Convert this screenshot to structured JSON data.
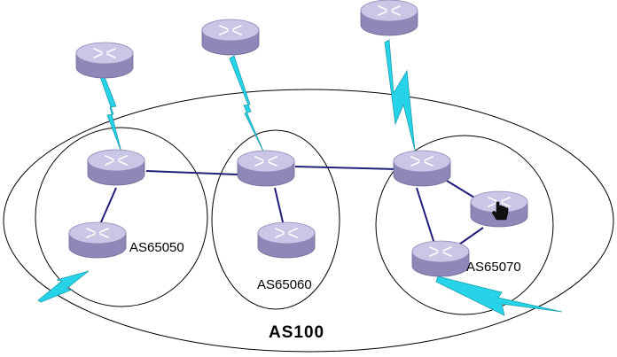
{
  "diagram": {
    "outer_label": "AS100",
    "sub_as_labels": [
      "AS65050",
      "AS65060",
      "AS65070"
    ]
  },
  "colors": {
    "router_top": "#c9c6e6",
    "router_side": "#8e88b8",
    "link": "#1f1f7a",
    "serial": "#27d3e8",
    "outline": "#000000"
  }
}
